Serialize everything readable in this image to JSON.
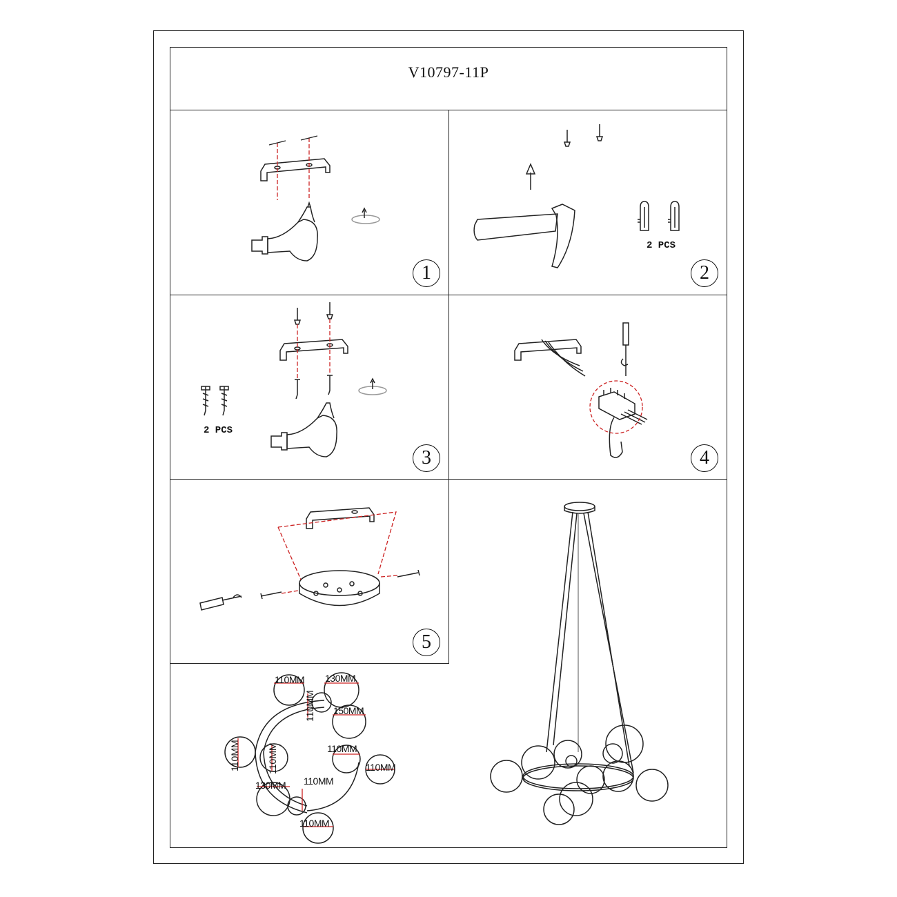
{
  "title": "V10797-11P",
  "steps": [
    "1",
    "2",
    "3",
    "4",
    "5"
  ],
  "pcs_label": "2 PCS",
  "dimensions": {
    "top_left": "110MM",
    "top_right": "130MM",
    "stem_vertical": "110MM",
    "right_large": "150MM",
    "left_vertical": "110MM",
    "center_vertical": "110MM",
    "center_right": "110MM",
    "far_right": "110MM",
    "bottom_left": "130MM",
    "bottom_center": "110MM",
    "bottom": "110MM"
  },
  "colors": {
    "line": "#222222",
    "guide": "#cc2222"
  }
}
